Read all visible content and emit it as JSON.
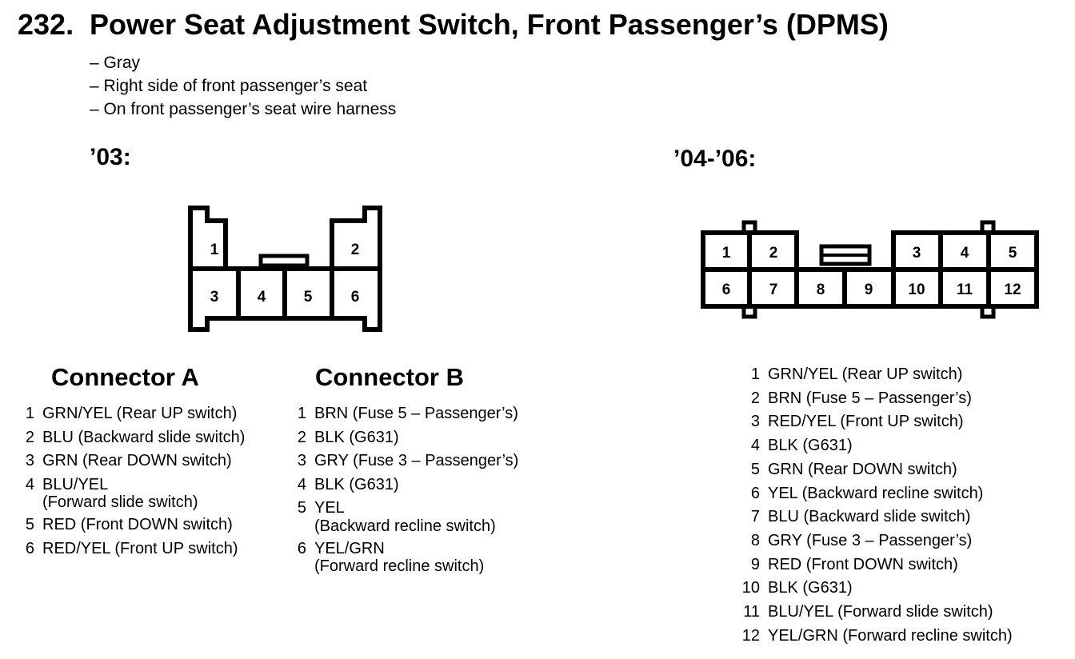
{
  "title": {
    "number": "232.",
    "text": "Power Seat Adjustment Switch, Front Passenger’s (DPMS)"
  },
  "bullets": [
    "– Gray",
    "– Right side of front passenger’s seat",
    "– On front passenger’s seat wire harness"
  ],
  "year_2003": "’03:",
  "year_2004": "’04-’06:",
  "connector_a": {
    "title": "Connector A",
    "pins_diagram": [
      "1",
      "2",
      "3",
      "4",
      "5",
      "6"
    ],
    "rows": [
      {
        "n": "1",
        "text": "GRN/YEL (Rear UP switch)"
      },
      {
        "n": "2",
        "text": "BLU (Backward slide switch)"
      },
      {
        "n": "3",
        "text": "GRN (Rear DOWN switch)"
      },
      {
        "n": "4",
        "text": "BLU/YEL",
        "cont": "(Forward slide switch)"
      },
      {
        "n": "5",
        "text": "RED (Front DOWN switch)"
      },
      {
        "n": "6",
        "text": "RED/YEL (Front UP switch)"
      }
    ]
  },
  "connector_b": {
    "title": "Connector B",
    "rows": [
      {
        "n": "1",
        "text": "BRN (Fuse 5 – Passenger’s)"
      },
      {
        "n": "2",
        "text": "BLK (G631)"
      },
      {
        "n": "3",
        "text": "GRY (Fuse 3 – Passenger’s)"
      },
      {
        "n": "4",
        "text": "BLK (G631)"
      },
      {
        "n": "5",
        "text": "YEL",
        "cont": "(Backward recline switch)"
      },
      {
        "n": "6",
        "text": "YEL/GRN",
        "cont": "(Forward recline switch)"
      }
    ]
  },
  "connector_0406": {
    "pins_diagram": [
      "1",
      "2",
      "3",
      "4",
      "5",
      "6",
      "7",
      "8",
      "9",
      "10",
      "11",
      "12"
    ],
    "rows": [
      {
        "n": "1",
        "text": "GRN/YEL (Rear UP switch)"
      },
      {
        "n": "2",
        "text": "BRN (Fuse 5 – Passenger’s)"
      },
      {
        "n": "3",
        "text": "RED/YEL (Front UP switch)"
      },
      {
        "n": "4",
        "text": "BLK (G631)"
      },
      {
        "n": "5",
        "text": "GRN (Rear DOWN switch)"
      },
      {
        "n": "6",
        "text": "YEL (Backward recline switch)"
      },
      {
        "n": "7",
        "text": "BLU (Backward slide switch)"
      },
      {
        "n": "8",
        "text": "GRY (Fuse 3 – Passenger’s)"
      },
      {
        "n": "9",
        "text": "RED (Front DOWN switch)"
      },
      {
        "n": "10",
        "text": "BLK (G631)"
      },
      {
        "n": "11",
        "text": "BLU/YEL (Forward slide switch)"
      },
      {
        "n": "12",
        "text": "YEL/GRN (Forward recline switch)"
      }
    ]
  }
}
